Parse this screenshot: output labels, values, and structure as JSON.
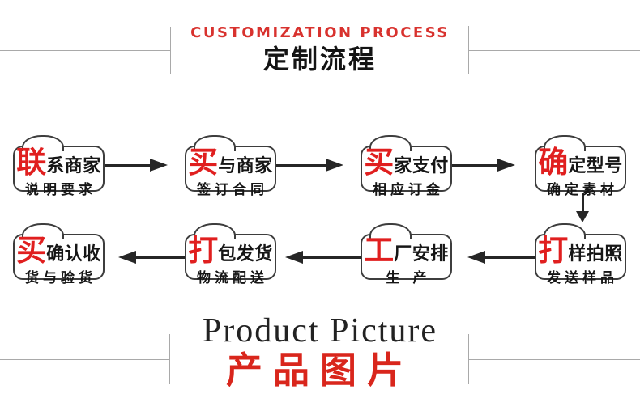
{
  "colors": {
    "accent_red": "#e01f1f",
    "header_en_red": "#d8322e",
    "footer_zh_red": "#d9261c",
    "text_black": "#161616",
    "node_border": "#3d3d3d",
    "arrow_black": "#262626",
    "decor_line_gray": "#a9a9a9"
  },
  "header": {
    "title_en": "CUSTOMIZATION PROCESS",
    "title_zh": "定制流程"
  },
  "flowchart": {
    "row1": [
      {
        "lead": "联",
        "rest": "系商家",
        "line2": "说明要求"
      },
      {
        "lead": "买",
        "rest": "与商家",
        "line2": "签订合同"
      },
      {
        "lead": "买",
        "rest": "家支付",
        "line2": "相应订金"
      },
      {
        "lead": "确",
        "rest": "定型号",
        "line2": "确定素材"
      }
    ],
    "row2": [
      {
        "lead": "买",
        "rest": "确认收",
        "line2": "货与验货"
      },
      {
        "lead": "打",
        "rest": "包发货",
        "line2": "物流配送"
      },
      {
        "lead": "工",
        "rest": "厂安排",
        "line2": "生 产"
      },
      {
        "lead": "打",
        "rest": "样拍照",
        "line2": "发送样品"
      }
    ]
  },
  "footer": {
    "title_en": "Product Picture",
    "title_zh": "产品图片"
  }
}
